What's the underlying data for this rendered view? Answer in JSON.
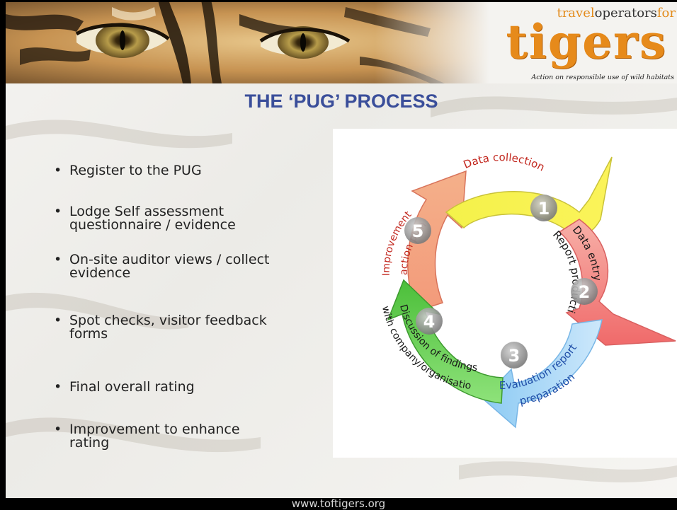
{
  "header": {
    "logo_small_parts": [
      "travel",
      "operators",
      "for"
    ],
    "logo_big": "tigers",
    "tagline": "Action on responsible use of wild habitats"
  },
  "title": "THE ‘PUG’ PROCESS",
  "bullets": [
    {
      "line1": "Register to the PUG",
      "line2": ""
    },
    {
      "line1": "Lodge Self assessment",
      "line2": "questionnaire / evidence"
    },
    {
      "line1": "On-site auditor views / collect",
      "line2": "evidence"
    },
    {
      "line1": "Spot checks, visitor feedback",
      "line2": "forms"
    },
    {
      "line1": "Final overall rating",
      "line2": ""
    },
    {
      "line1": "Improvement to enhance",
      "line2": "rating"
    }
  ],
  "cycle": {
    "steps": [
      {
        "number": "1",
        "line1": "Data collection",
        "line2": "",
        "color": "#f6f23a"
      },
      {
        "number": "2",
        "line1": "Data entry",
        "line2": "Report production",
        "color": "#f58a8a"
      },
      {
        "number": "3",
        "line1": "Evaluation report",
        "line2": "preparation",
        "color": "#a8d8f8"
      },
      {
        "number": "4",
        "line1": "Discussion of findings",
        "line2": "with company/organisation",
        "color": "#6ed05a"
      },
      {
        "number": "5",
        "line1": "Improvement",
        "line2": "action plan",
        "color": "#f59872"
      }
    ]
  },
  "footer": {
    "url": "www.toftigers.org"
  }
}
